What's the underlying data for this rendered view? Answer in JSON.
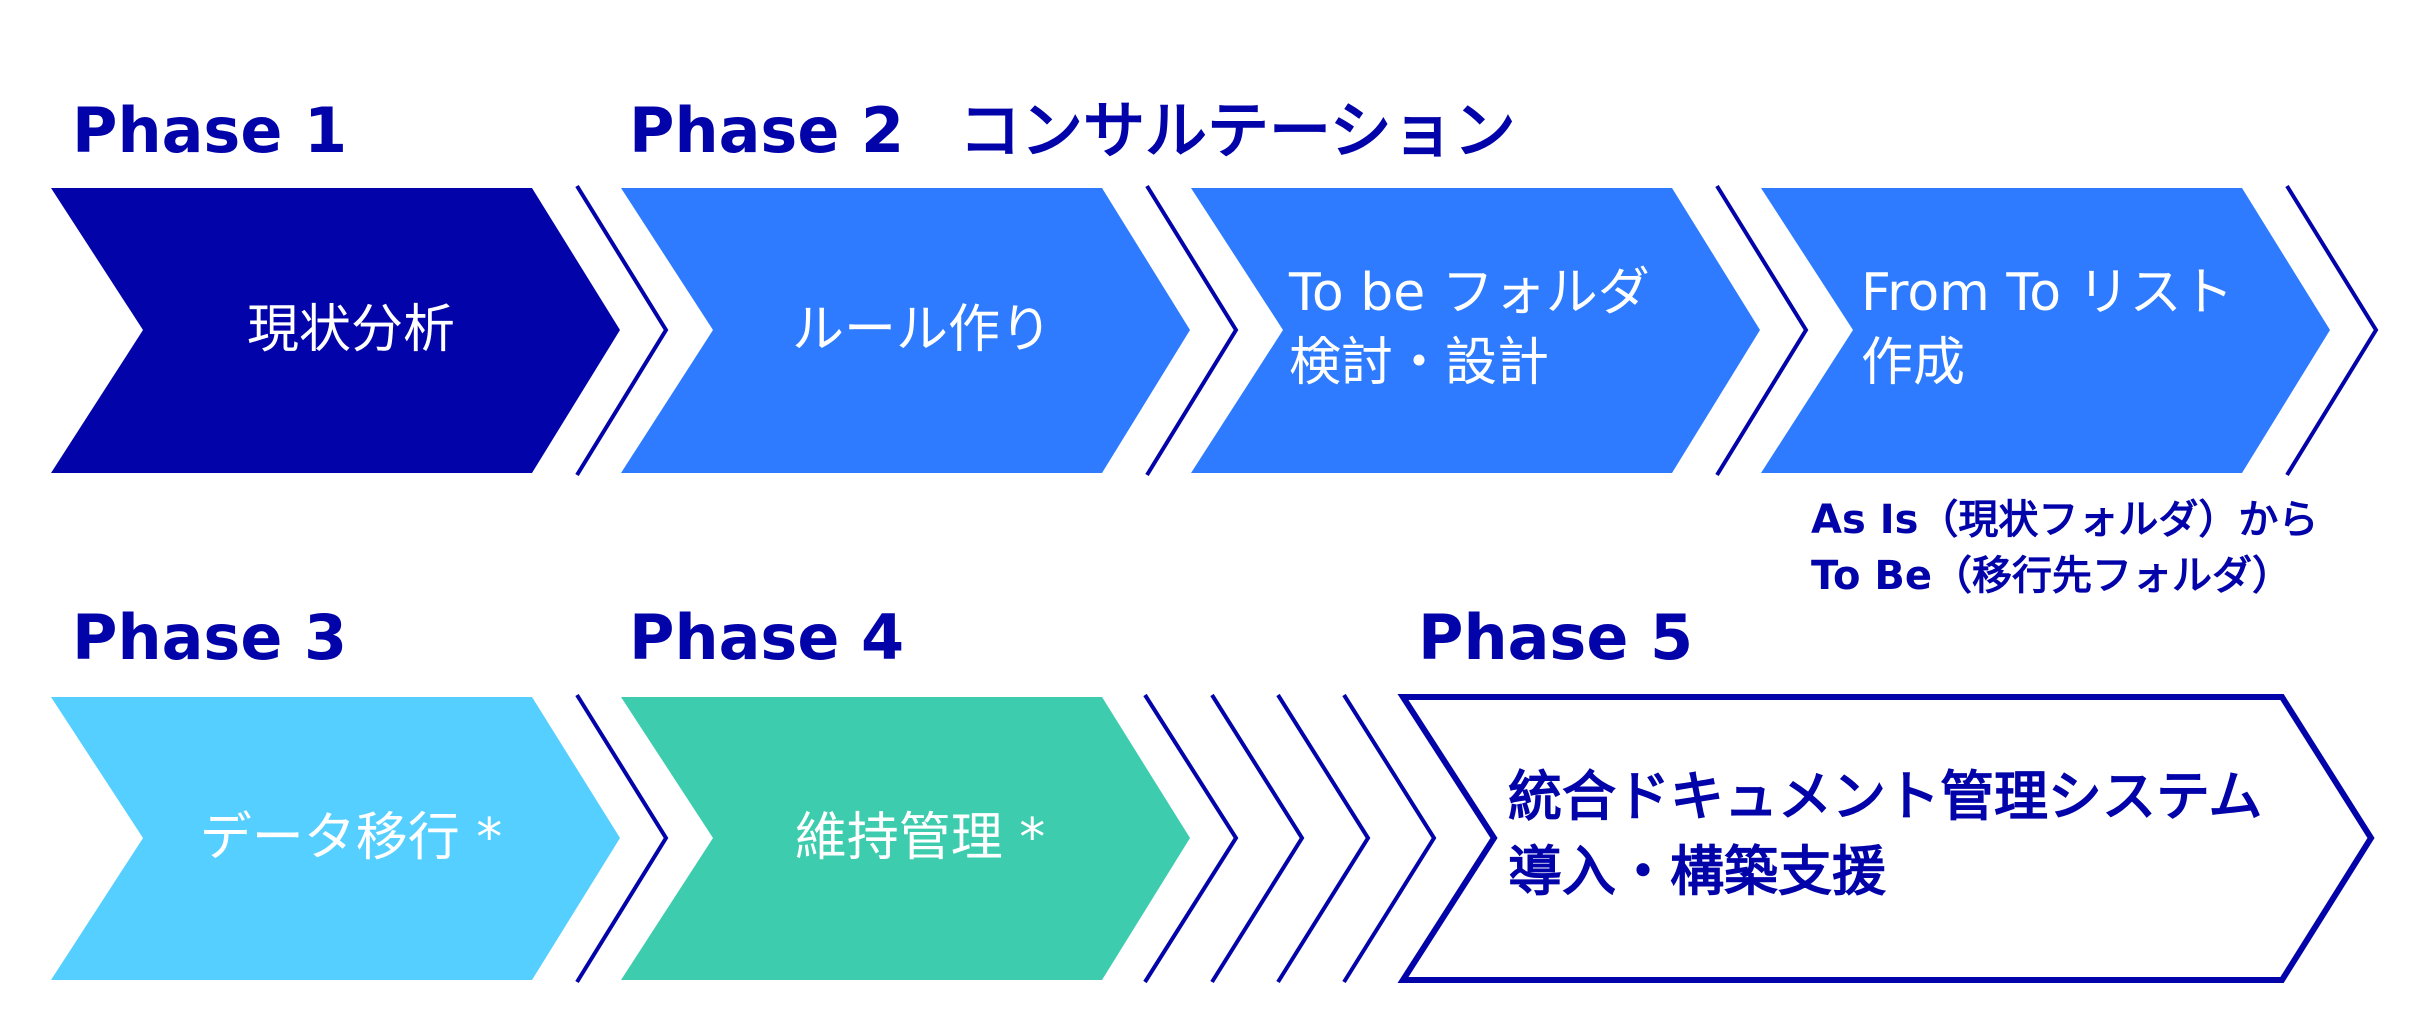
{
  "colors": {
    "dark": "#0303AA",
    "blue": "#2E7BFF",
    "light_blue": "#55CFFF",
    "teal": "#3DCCAE"
  },
  "row1": {
    "phase1_label": "Phase 1",
    "phase2_label": "Phase 2",
    "phase2_title": "コンサルテーション",
    "steps": [
      {
        "lines": [
          "現状分析"
        ]
      },
      {
        "lines": [
          "ルール作り"
        ]
      },
      {
        "lines": [
          "To be フォルダ",
          "検討・設計"
        ]
      },
      {
        "lines": [
          "From To リスト",
          "作成"
        ]
      }
    ],
    "note": [
      "As Is（現状フォルダ）から",
      "To Be（移行先フォルダ）"
    ]
  },
  "row2": {
    "phase3_label": "Phase 3",
    "phase4_label": "Phase 4",
    "phase5_label": "Phase 5",
    "steps": [
      {
        "lines": [
          "データ移行 *"
        ]
      },
      {
        "lines": [
          "維持管理 *"
        ]
      },
      {
        "lines": [
          "統合ドキュメント管理システム",
          "導入・構築支援"
        ]
      }
    ]
  }
}
